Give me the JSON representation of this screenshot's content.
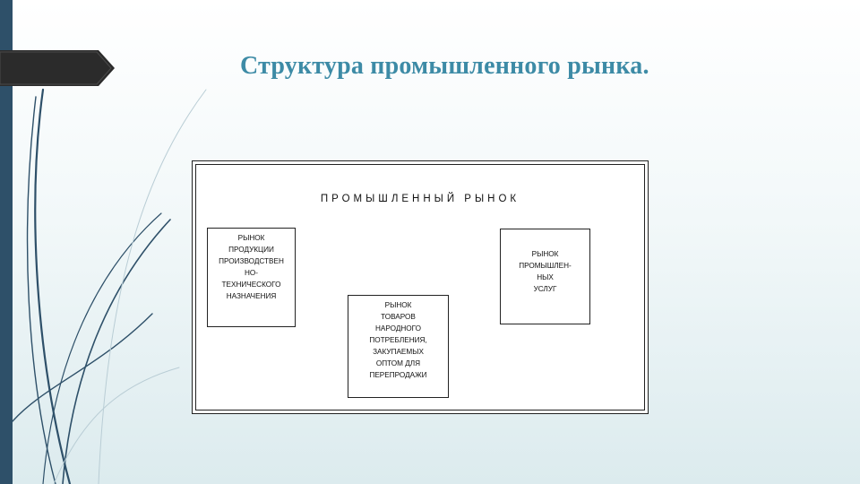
{
  "slide": {
    "title": "Структура промышленного рынка."
  },
  "diagram": {
    "heading": "ПРОМЫШЛЕННЫЙ  РЫНОК",
    "boxes": {
      "tech": [
        "РЫНОК",
        "ПРОДУКЦИИ",
        "ПРОИЗВОДСТВЕН",
        "НО-",
        "ТЕХНИЧЕСКОГО",
        "НАЗНАЧЕНИЯ"
      ],
      "consumer": [
        "РЫНОК",
        "ТОВАРОВ",
        "НАРОДНОГО",
        "ПОТРЕБЛЕНИЯ,",
        "ЗАКУПАЕМЫХ",
        "ОПТОМ ДЛЯ",
        "ПЕРЕПРОДАЖИ"
      ],
      "services": [
        "РЫНОК",
        "ПРОМЫШЛЕН-",
        "НЫХ",
        "УСЛУГ"
      ]
    }
  },
  "colors": {
    "sidebar": "#2e5069",
    "title": "#3d8ba6",
    "arrow": "#2b2b2b"
  }
}
